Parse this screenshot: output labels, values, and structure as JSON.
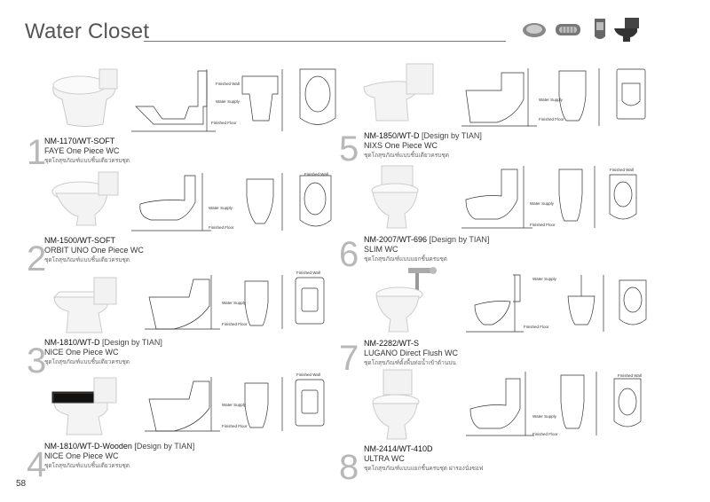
{
  "page": {
    "title": "Water Closet",
    "page_number": "58",
    "header_icons": [
      "soap-dish-icon",
      "grate-drain-icon",
      "urinal-icon",
      "toilet-icon"
    ]
  },
  "drawing_labels": {
    "finished_wall": "Finished Wall",
    "water_supply": "Water Supply",
    "finished_floor": "Finished Floor"
  },
  "items": [
    {
      "num": "1",
      "model": "NM-1170/WT-SOFT",
      "design": "",
      "name": "FAYE One Piece WC",
      "thai": "ชุดโถสุขภัณฑ์แบบชิ้นเดียวครบชุด"
    },
    {
      "num": "2",
      "model": "NM-1500/WT-SOFT",
      "design": "",
      "name": "ORBIT UNO One Piece WC",
      "thai": "ชุดโถสุขภัณฑ์แบบชิ้นเดียวครบชุด"
    },
    {
      "num": "3",
      "model": "NM-1810/WT-D",
      "design": "[Design by TIAN]",
      "name": "NICE One Piece WC",
      "thai": "ชุดโถสุขภัณฑ์แบบชิ้นเดียวครบชุด"
    },
    {
      "num": "4",
      "model": "NM-1810/WT-D-Wooden",
      "design": "[Design by TIAN]",
      "name": "NICE One Piece WC",
      "thai": "ชุดโถสุขภัณฑ์แบบชิ้นเดียวครบชุด"
    },
    {
      "num": "5",
      "model": "NM-1850/WT-D",
      "design": "[Design by TIAN]",
      "name": "NIXS One Piece WC",
      "thai": "ชุดโถสุขภัณฑ์แบบชิ้นเดียวครบชุด"
    },
    {
      "num": "6",
      "model": "NM-2007/WT-696",
      "design": "[Design by TIAN]",
      "name": "SLIM WC",
      "thai": "ชุดโถสุขภัณฑ์แบบแยกชิ้นครบชุด"
    },
    {
      "num": "7",
      "model": "NM-2282/WT-S",
      "design": "",
      "name": "LUGANO Direct  Flush WC",
      "thai": "ชุดโถสุขภัณฑ์ตั้งพื้นท่อน้ำเข้าด้านบน"
    },
    {
      "num": "8",
      "model": "NM-2414/WT-410D",
      "design": "",
      "name": "ULTRA WC",
      "thai": "ชุดโถสุขภัณฑ์แบบแยกชิ้นครบชุด ฝารองนั่งซอฟ"
    }
  ]
}
